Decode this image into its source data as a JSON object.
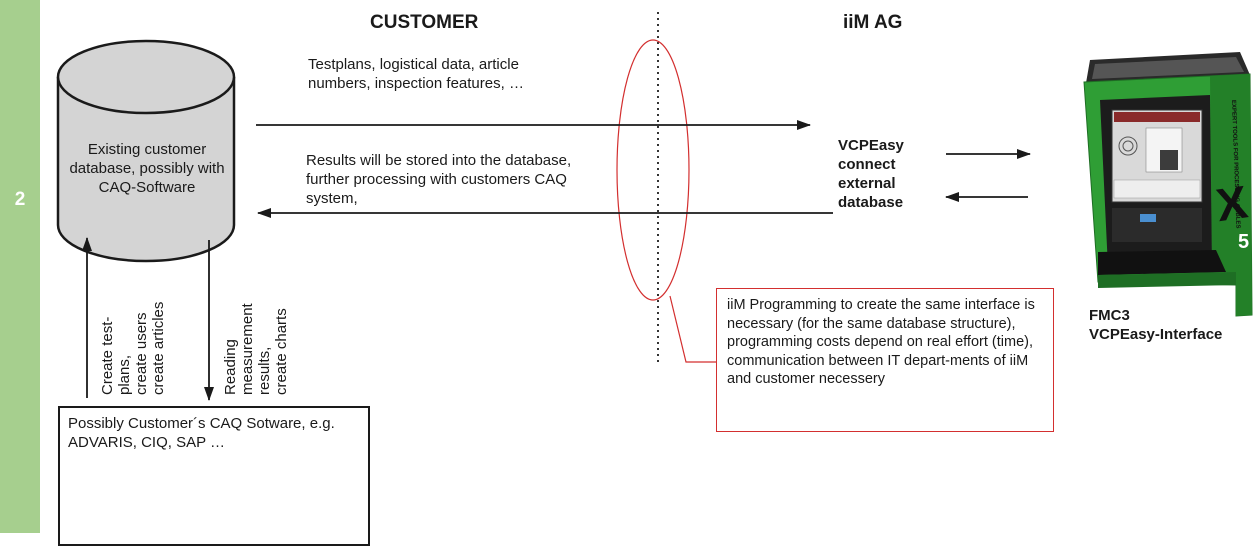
{
  "sidebar": {
    "step_number": "2",
    "color": "#a6cf8e"
  },
  "headers": {
    "left": "CUSTOMER",
    "right": "iiM AG"
  },
  "database": {
    "label": "Existing customer database, possibly with CAQ-Software"
  },
  "flows": {
    "to_iim": "Testplans, logistical data, article numbers, inspection features, …",
    "to_customer": "Results will be stored into the database, further processing with customers CAQ system,"
  },
  "connector": {
    "label": "VCPEasy connect external database"
  },
  "device": {
    "caption_line1": "FMC3",
    "caption_line2": "VCPEasy-Interface",
    "side_text": "EXPERT TOOLS FOR PROCESSING CABLES",
    "logo_letter": "X",
    "logo_digit": "5",
    "body_color": "#2f9e35"
  },
  "vertical_labels": {
    "up": "Create test-plans,\ncreate users\ncreate articles",
    "down": "Reading\nmeasurement\nresults,\ncreate charts"
  },
  "note": {
    "text": "iiM Programming to create the same interface is necessary (for the same database structure), programming costs depend on real effort (time), communication between IT depart-ments of iiM and customer necessery",
    "border_color": "#d32f2f"
  },
  "caq_box": {
    "text": "Possibly Customer´s CAQ Sotware, e.g. ADVARIS, CIQ, SAP …",
    "bar_color": "#1e7f86"
  }
}
